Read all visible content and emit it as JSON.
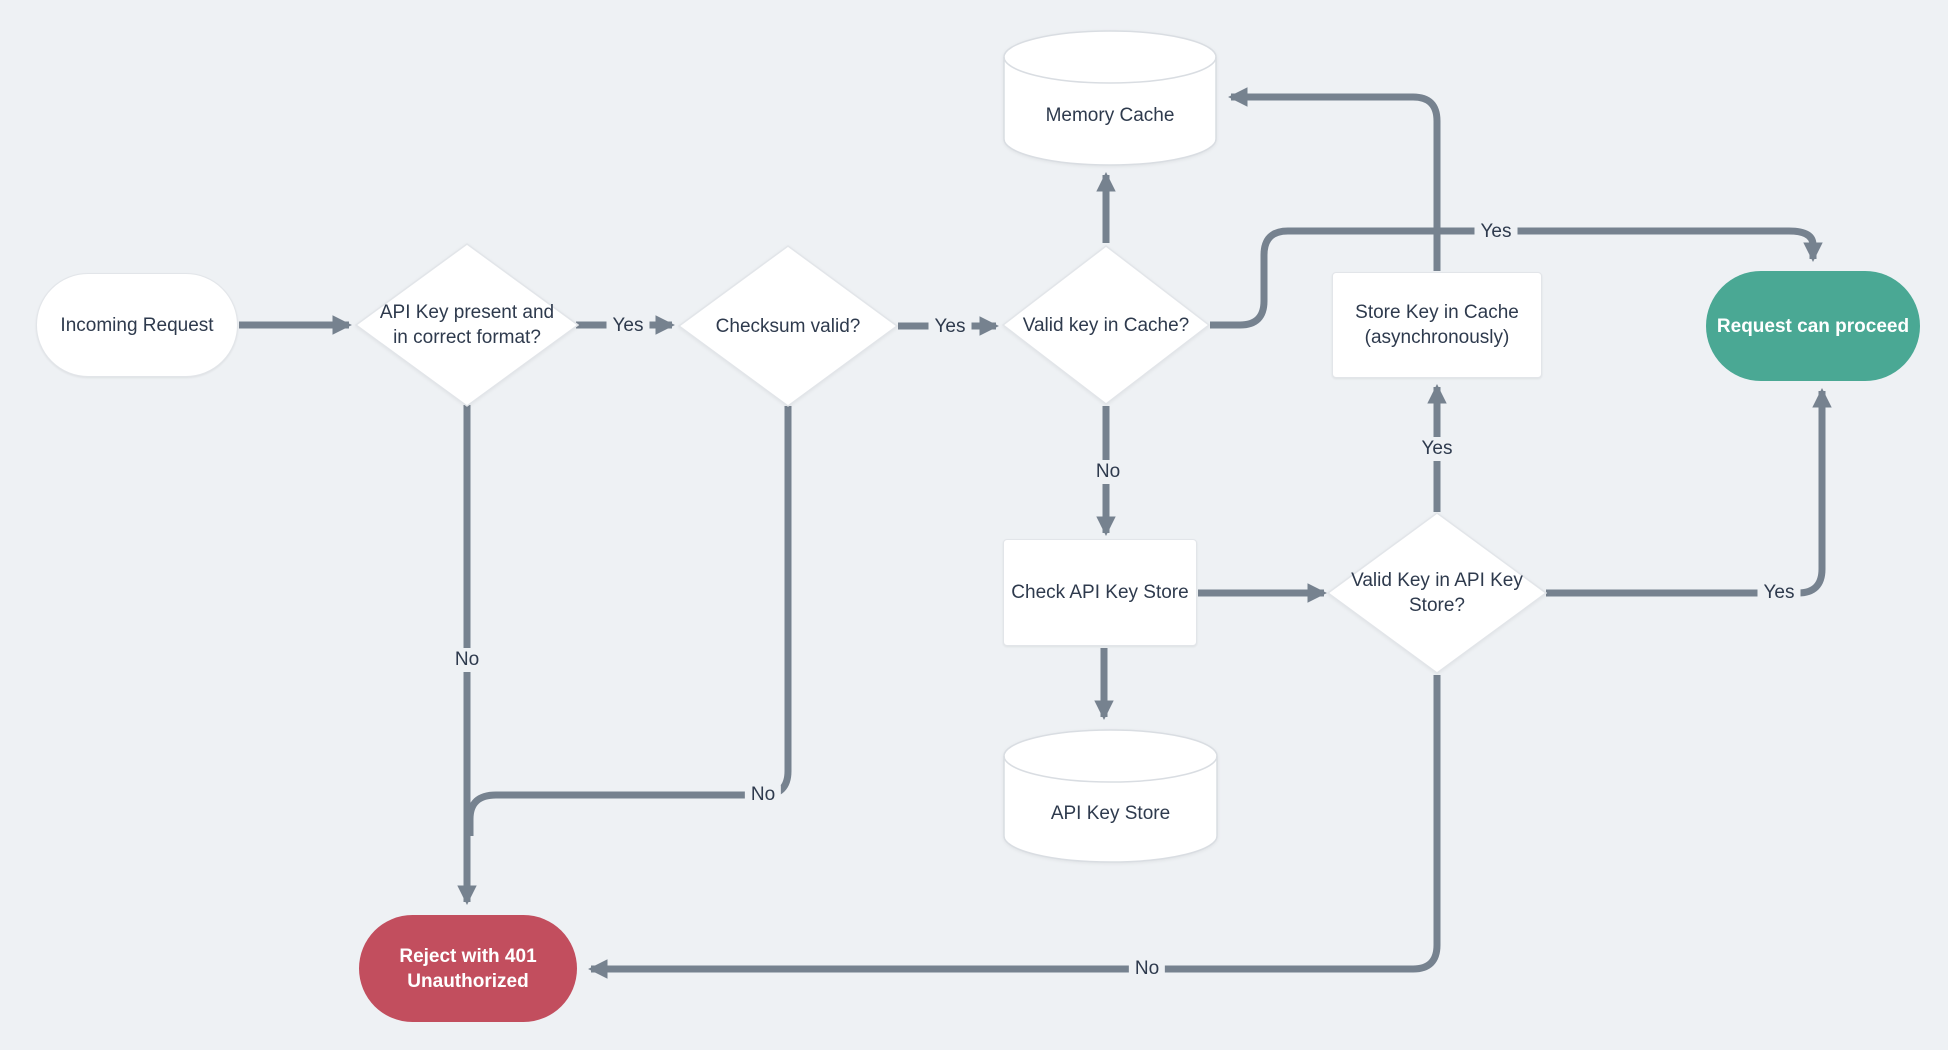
{
  "diagram": {
    "background": "#eef1f4",
    "colors": {
      "background": "#eef1f4",
      "edge": "#76828f",
      "node_fill": "#ffffff",
      "node_border": "#e2e5e9",
      "text": "#2e3a4d",
      "success_fill": "#4aa894",
      "error_fill": "#c24e5e",
      "inverse_text": "#ffffff"
    },
    "nodes": {
      "incoming_request": {
        "type": "stadium",
        "label": "Incoming Request"
      },
      "api_key_format": {
        "type": "decision",
        "label": "API Key present and in correct format?"
      },
      "checksum_valid": {
        "type": "decision",
        "label": "Checksum valid?"
      },
      "valid_key_cache": {
        "type": "decision",
        "label": "Valid key in Cache?"
      },
      "memory_cache": {
        "type": "database",
        "label": "Memory Cache"
      },
      "store_key_cache": {
        "type": "process",
        "label": "Store Key in Cache (asynchronously)"
      },
      "request_proceed": {
        "type": "stadium-success",
        "label": "Request can proceed"
      },
      "check_store": {
        "type": "process",
        "label": "Check API Key Store"
      },
      "valid_key_store": {
        "type": "decision",
        "label": "Valid Key in API Key Store?"
      },
      "api_key_store": {
        "type": "database",
        "label": "API Key Store"
      },
      "reject_401": {
        "type": "stadium-error",
        "label": "Reject with 401 Unauthorized"
      }
    },
    "edge_labels": {
      "format_yes": "Yes",
      "checksum_yes": "Yes",
      "cache_yes": "Yes",
      "store_yes": "Yes",
      "apistore_yes": "Yes",
      "format_no": "No",
      "checksum_no": "No",
      "cache_no": "No",
      "apistore_no": "No"
    }
  }
}
